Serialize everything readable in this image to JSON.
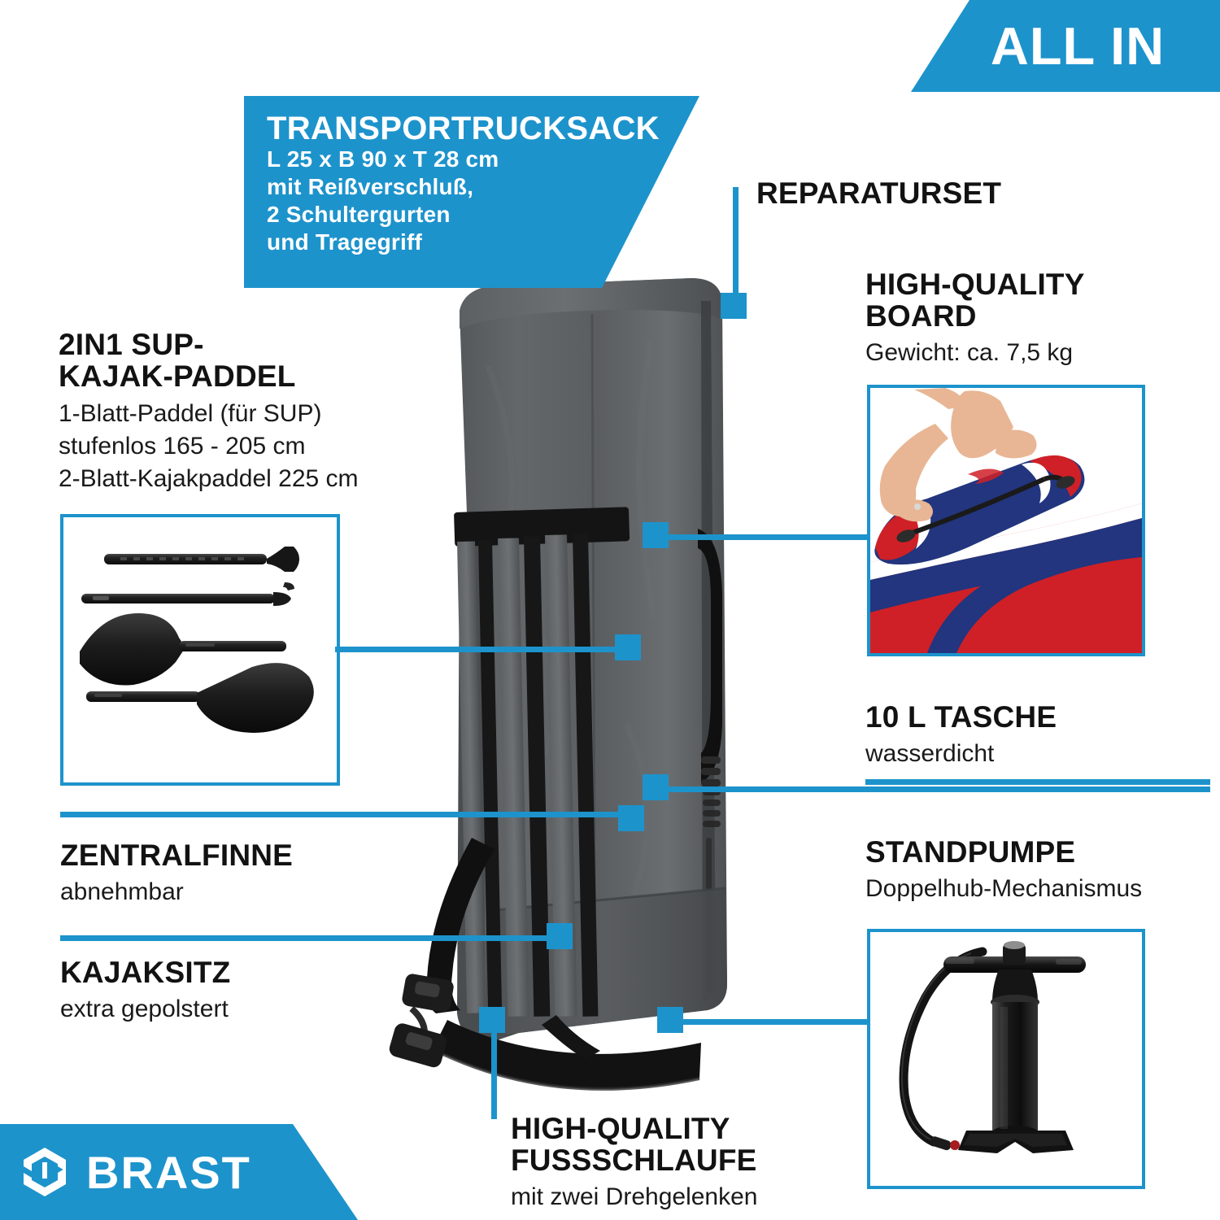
{
  "theme": {
    "accent": "#1d93cc",
    "text": "#121212",
    "bag_gray": "#5c5f61",
    "strap_black": "#131313"
  },
  "banners": {
    "all_in": "ALL IN",
    "transport": {
      "title": "TRANSPORTRUCKSACK",
      "lines": [
        "L 25 x B 90 x T 28 cm",
        "mit Reißverschluß,",
        "2 Schultergurten",
        "und Tragegriff"
      ]
    },
    "brand": "BRAST"
  },
  "callouts": {
    "paddle": {
      "title": "2IN1 SUP-\nKAJAK-PADDEL",
      "lines": [
        "1-Blatt-Paddel (für SUP)",
        "stufenlos 165 - 205 cm",
        "2-Blatt-Kajakpaddel 225 cm"
      ]
    },
    "fin": {
      "title": "ZENTRALFINNE",
      "sub": "abnehmbar"
    },
    "seat": {
      "title": "KAJAKSITZ",
      "sub": "extra gepolstert"
    },
    "repair": {
      "title": "REPARATURSET",
      "sub": ""
    },
    "board": {
      "title": "HIGH-QUALITY\nBOARD",
      "sub": "Gewicht: ca. 7,5 kg"
    },
    "bag10l": {
      "title": "10 L TASCHE",
      "sub": "wasserdicht"
    },
    "pump": {
      "title": "STANDPUMPE",
      "sub": "Doppelhub-Mechanismus"
    },
    "footstrap": {
      "title": "HIGH-QUALITY\nFUSSSCHLAUFE",
      "sub": "mit zwei Drehgelenken"
    }
  },
  "images": {
    "paddle_box_alt": "paddle-parts-photo",
    "board_box_alt": "rolled-sup-board-photo",
    "pump_box_alt": "hand-pump-photo",
    "bag_alt": "gray-transport-backpack-photo"
  }
}
